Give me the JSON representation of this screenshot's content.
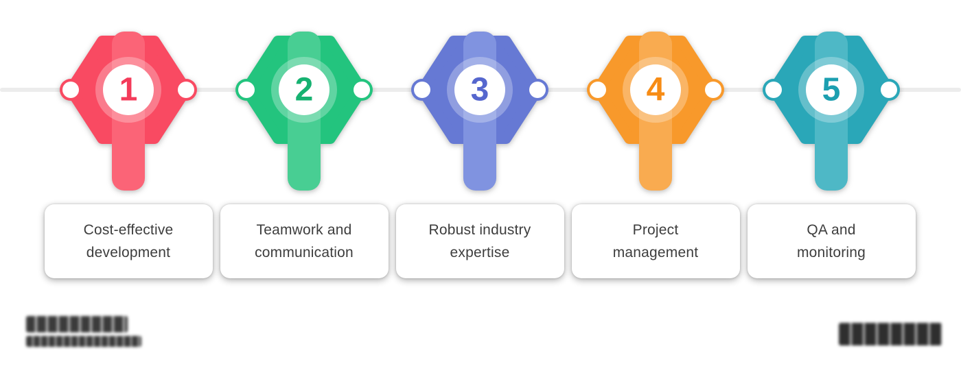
{
  "page": {
    "background": "#FFFFFF",
    "type": "timeline-infographic",
    "timeline_line_color": "#ECECEC"
  },
  "timeline": {
    "steps": [
      {
        "number": "1",
        "label": "Cost-effective development",
        "label_lines": [
          "Cost-effective",
          "development"
        ],
        "color": "#F94A62",
        "light_color": "#FB6477",
        "number_color": "#F43B5A"
      },
      {
        "number": "2",
        "label": "Teamwork and communication",
        "label_lines": [
          "Teamwork and",
          "communication"
        ],
        "color": "#23C47E",
        "light_color": "#48CE93",
        "number_color": "#16B271"
      },
      {
        "number": "3",
        "label": "Robust industry expertise",
        "label_lines": [
          "Robust industry",
          "expertise"
        ],
        "color": "#6679D4",
        "light_color": "#8093E0",
        "number_color": "#5667CE"
      },
      {
        "number": "4",
        "label": "Project management",
        "label_lines": [
          "Project",
          "management"
        ],
        "color": "#F8992B",
        "light_color": "#F9AB50",
        "number_color": "#F78C15"
      },
      {
        "number": "5",
        "label": "QA and monitoring",
        "label_lines": [
          "QA and",
          "monitoring"
        ],
        "color": "#2AA7B8",
        "light_color": "#4EB8C6",
        "number_color": "#1C9FB0"
      }
    ],
    "card_text_color": "#3D3D3D"
  },
  "footer": {
    "left_logo": {
      "kind": "blurred-illegible-wordmark",
      "lines": 2,
      "ink_color": "#3B3B3B"
    },
    "right_logo": {
      "kind": "blurred-illegible-wordmark",
      "lines": 1,
      "ink_color": "#2E2E2E"
    }
  }
}
